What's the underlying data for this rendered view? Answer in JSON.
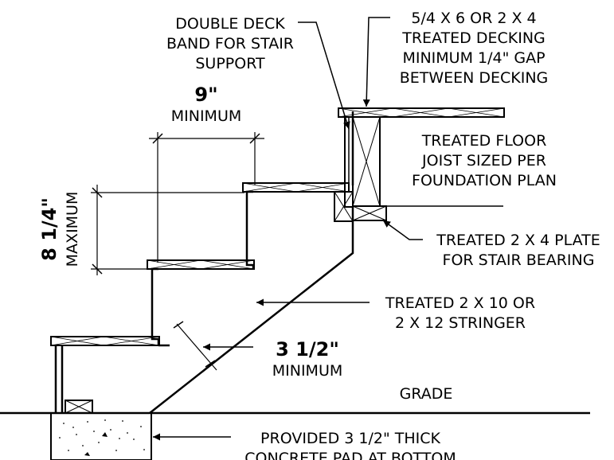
{
  "labels": {
    "double_deck_line1": "DOUBLE DECK",
    "double_deck_line2": "BAND FOR STAIR",
    "double_deck_line3": "SUPPORT",
    "decking_line1": "5/4 X 6 OR 2 X 4",
    "decking_line2": "TREATED DECKING",
    "decking_line3": "MINIMUM 1/4\" GAP",
    "decking_line4": "BETWEEN DECKING",
    "tread_depth_value": "9\"",
    "tread_depth_qualifier": "MINIMUM",
    "floor_joist_line1": "TREATED FLOOR",
    "floor_joist_line2": "JOIST SIZED PER",
    "floor_joist_line3": "FOUNDATION PLAN",
    "riser_height_value": "8 1/4\"",
    "riser_height_qualifier": "MAXIMUM",
    "plate_line1": "TREATED 2 X 4 PLATE",
    "plate_line2": "FOR STAIR BEARING",
    "stringer_line1": "TREATED 2 X 10 OR",
    "stringer_line2": "2 X 12 STRINGER",
    "stringer_depth_value": "3 1/2\"",
    "stringer_depth_qualifier": "MINIMUM",
    "grade": "GRADE",
    "pad_line1": "PROVIDED 3 1/2\" THICK",
    "pad_line2": "CONCRETE PAD AT BOTTOM"
  },
  "colors": {
    "ink": "#000000",
    "background": "#ffffff"
  }
}
